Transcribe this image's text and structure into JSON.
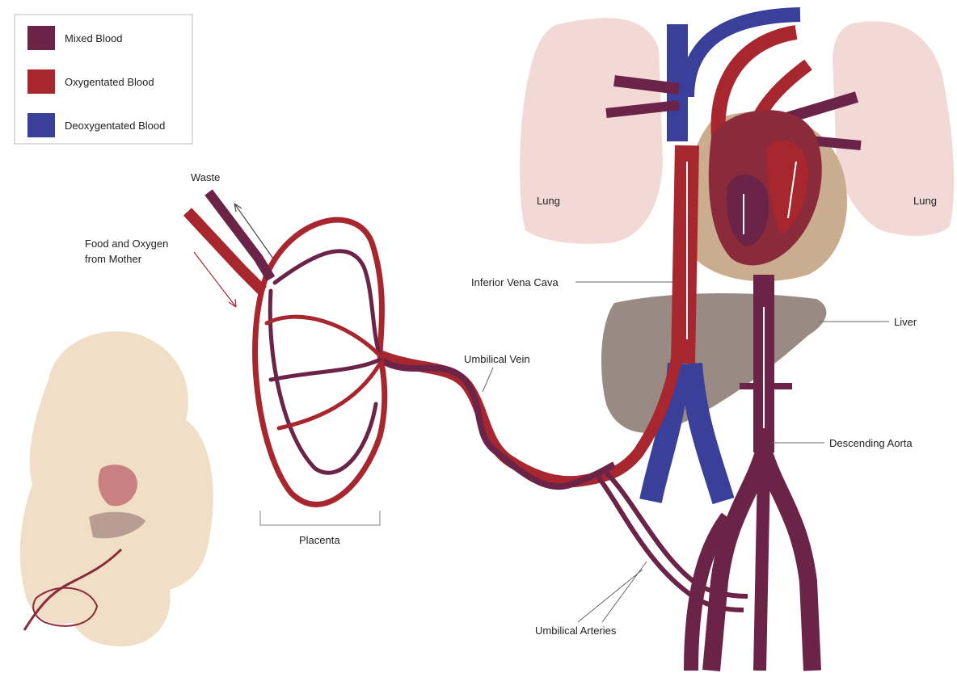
{
  "legend": {
    "items": [
      {
        "label": "Mixed Blood",
        "color": "#6b2448"
      },
      {
        "label": "Oxygentated Blood",
        "color": "#a8272e"
      },
      {
        "label": "Deoxygentated Blood",
        "color": "#3a3f9a"
      }
    ]
  },
  "labels": {
    "waste": "Waste",
    "food_oxygen_line1": "Food and Oxygen",
    "food_oxygen_line2": "from Mother",
    "placenta": "Placenta",
    "umbilical_vein": "Umbilical Vein",
    "umbilical_arteries": "Umbilical Arteries",
    "inferior_vena_cava": "Inferior Vena Cava",
    "liver": "Liver",
    "descending_aorta": "Descending Aorta",
    "lung_left": "Lung",
    "lung_right": "Lung"
  },
  "colors": {
    "mixed": "#6b2448",
    "oxygenated": "#a8272e",
    "deoxygenated": "#3a3f9a",
    "lung": "#f3d9d6",
    "liver": "#9a8a84",
    "heart_sac": "#c9ad8e",
    "baby_skin": "#f0dfc6"
  }
}
